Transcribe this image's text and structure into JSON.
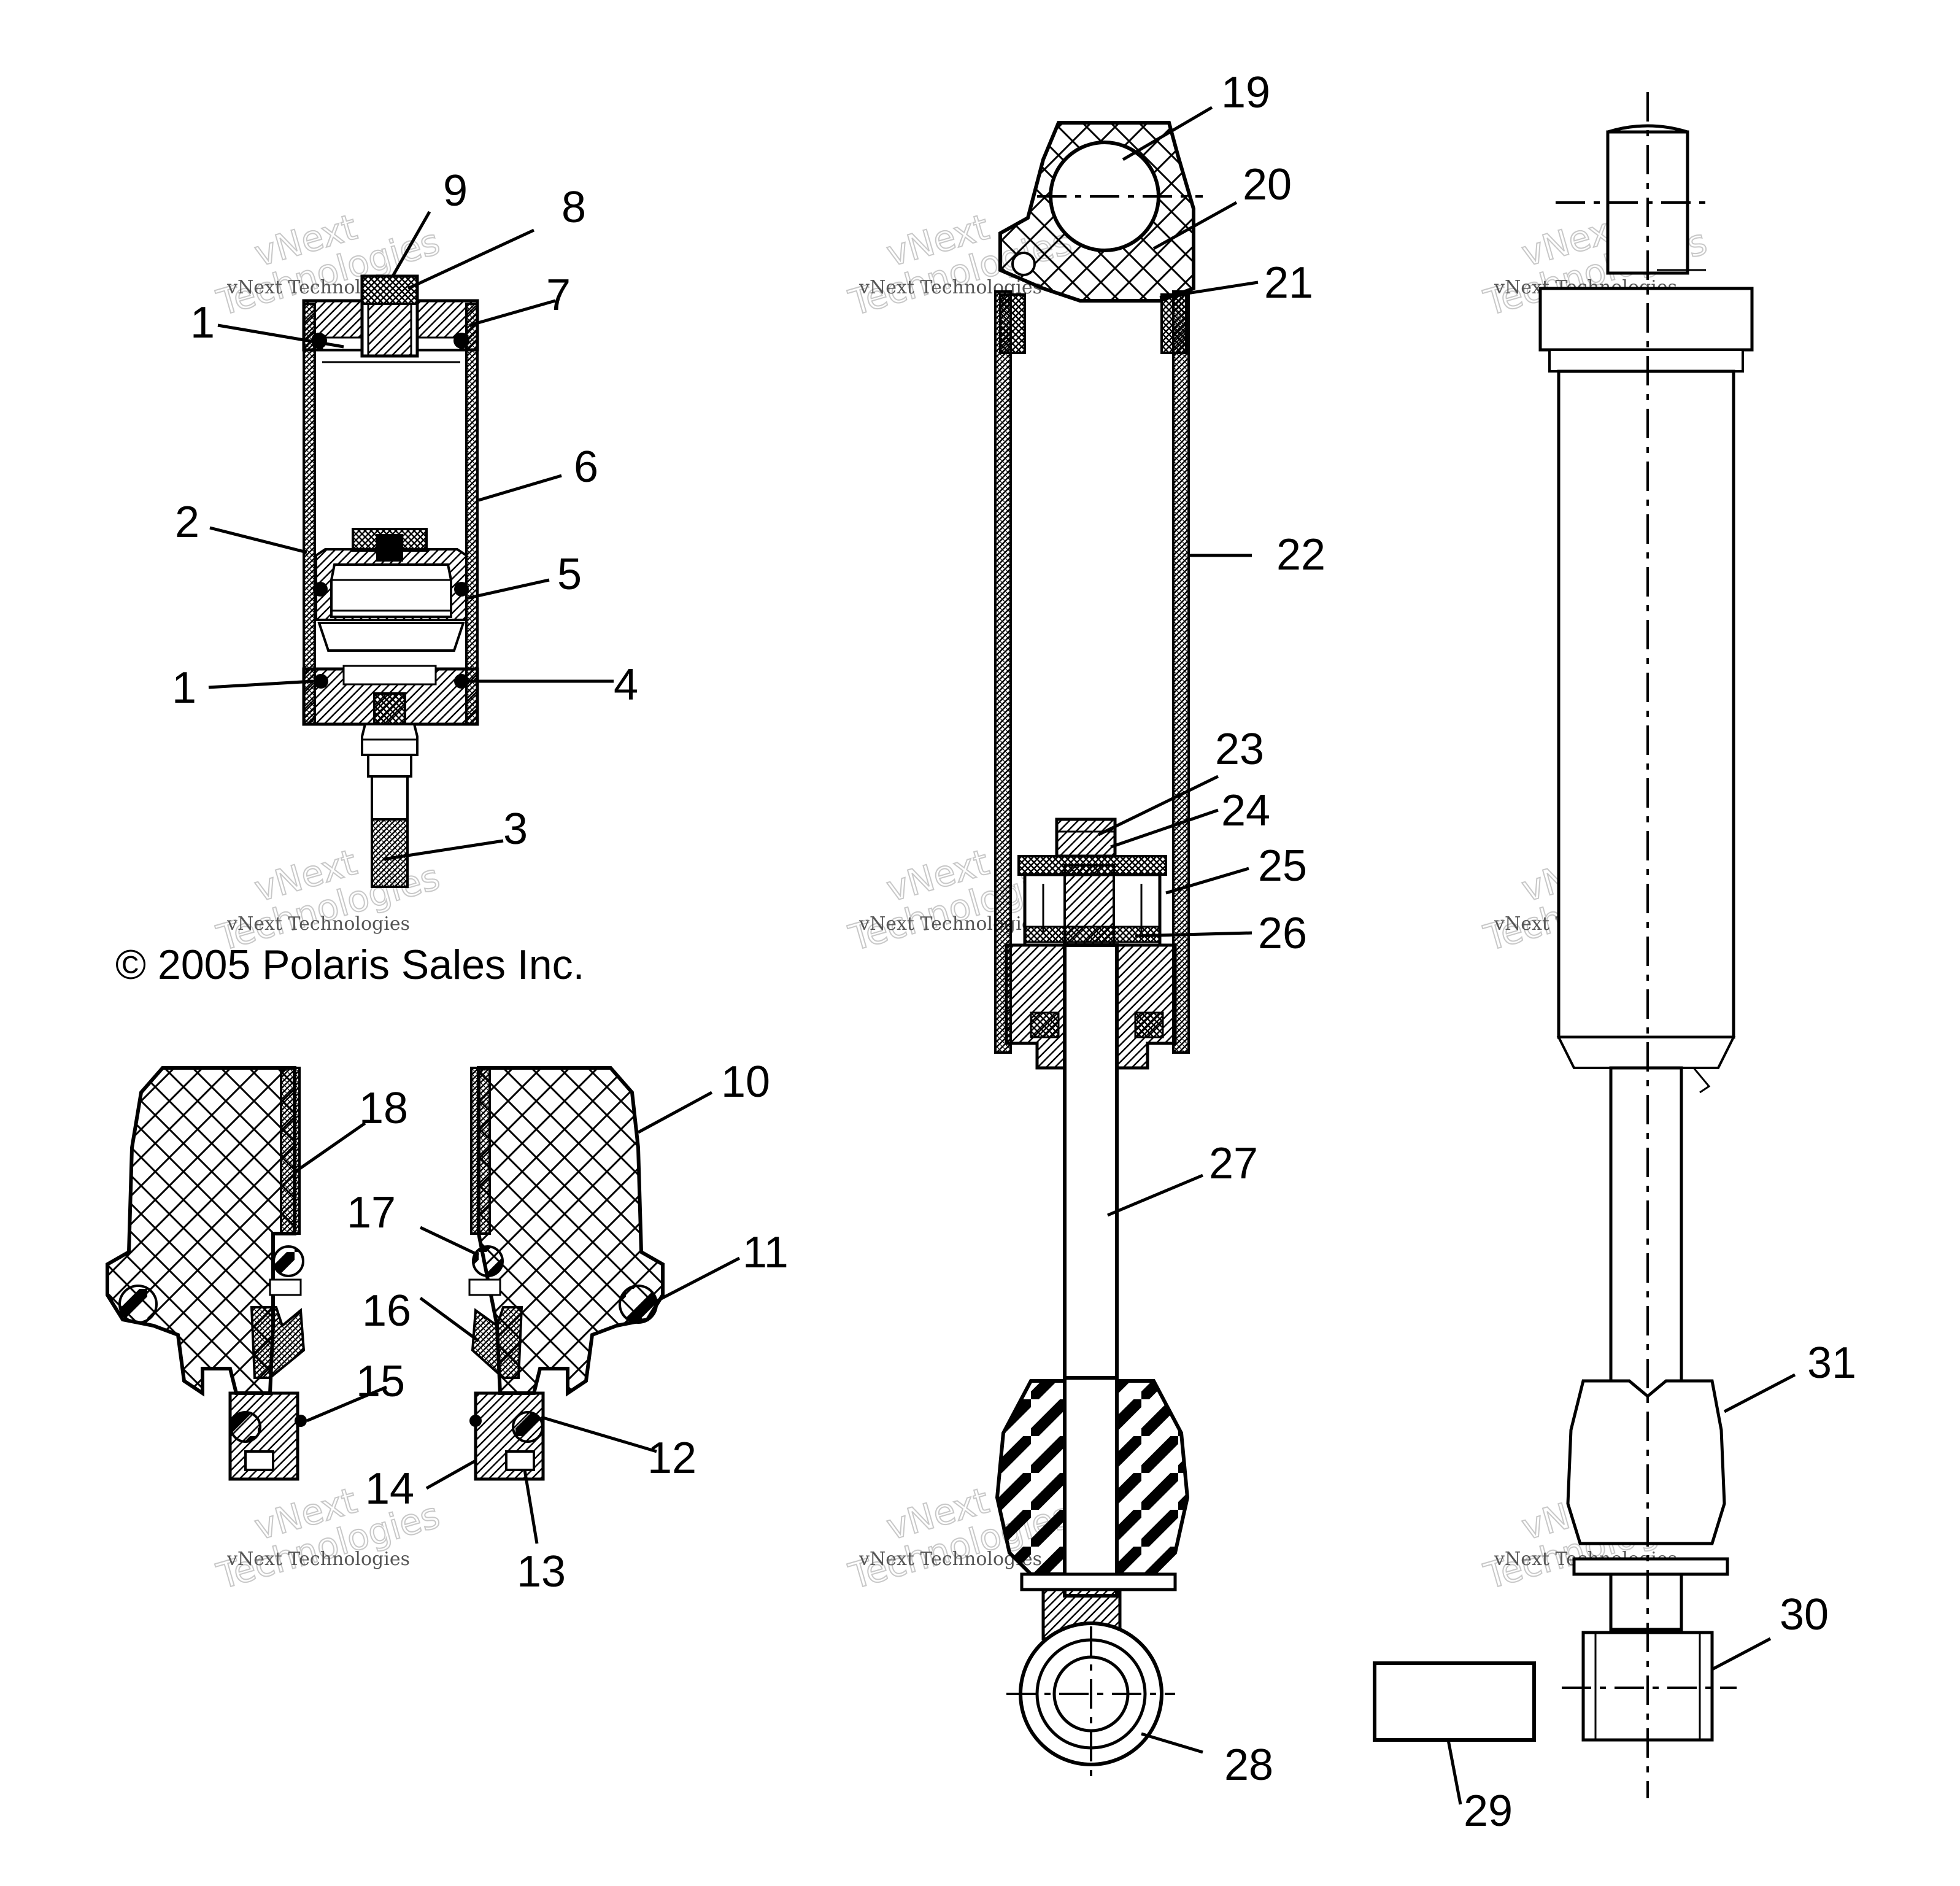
{
  "copyright": "© 2005 Polaris Sales Inc.",
  "watermark": {
    "line_small": "vNext Technologies",
    "line_big_1": "vNext",
    "line_big_2": "Technologies"
  },
  "callouts": {
    "c1a": "1",
    "c1b": "1",
    "c2": "2",
    "c3": "3",
    "c4": "4",
    "c5": "5",
    "c6": "6",
    "c7": "7",
    "c8": "8",
    "c9": "9",
    "c10": "10",
    "c11": "11",
    "c12": "12",
    "c13": "13",
    "c14": "14",
    "c15": "15",
    "c16": "16",
    "c17": "17",
    "c18": "18",
    "c19": "19",
    "c20": "20",
    "c21": "21",
    "c22": "22",
    "c23": "23",
    "c24": "24",
    "c25": "25",
    "c26": "26",
    "c27": "27",
    "c28": "28",
    "c29": "29",
    "c30": "30",
    "c31": "31"
  },
  "colors": {
    "ink": "#000000",
    "paper": "#ffffff",
    "watermark": "#c8c8c8"
  }
}
